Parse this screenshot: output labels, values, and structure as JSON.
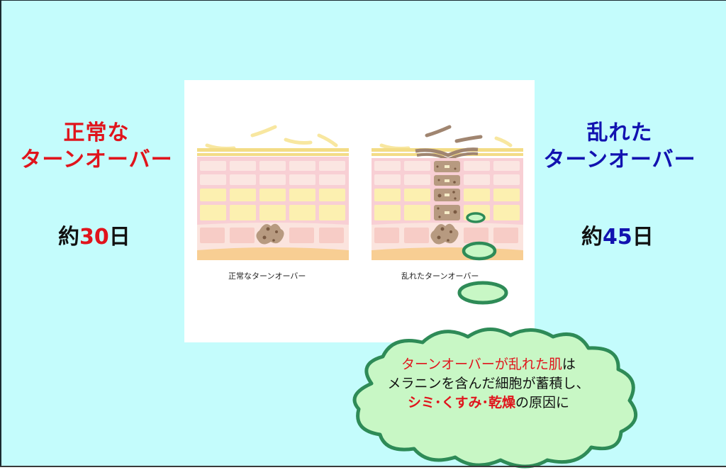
{
  "colors": {
    "background": "#C4FCFC",
    "normal_accent": "#E0141C",
    "disrupted_accent": "#1212B0",
    "bubble_fill": "#C8F7C5",
    "bubble_stroke": "#2E8B57"
  },
  "left": {
    "title_line1": "正常な",
    "title_line2": "ターンオーバー",
    "days_prefix": "約",
    "days_value": "30",
    "days_suffix": "日"
  },
  "right": {
    "title_line1": "乱れた",
    "title_line2": "ターンオーバー",
    "days_prefix": "約",
    "days_value": "45",
    "days_suffix": "日"
  },
  "illustration": {
    "normal_caption": "正常なターンオーバー",
    "disrupted_caption": "乱れたターンオーバー"
  },
  "cloud": {
    "line1_highlight": "ターンオーバーが乱れた肌",
    "line1_rest": "は",
    "line2": "メラニンを含んだ細胞が蓄積し、",
    "line3_highlight": "シミ･くすみ･乾燥",
    "line3_rest": "の原因に"
  }
}
